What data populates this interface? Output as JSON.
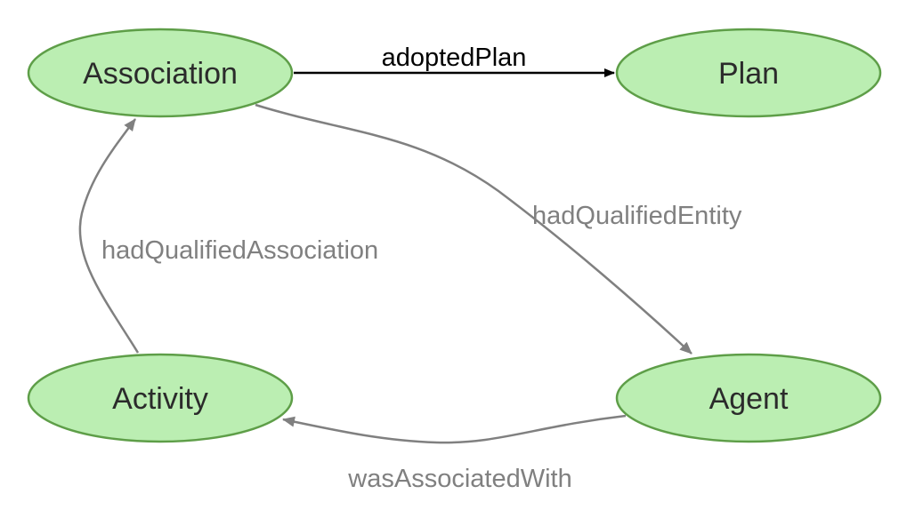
{
  "nodes": {
    "association": {
      "label": "Association"
    },
    "plan": {
      "label": "Plan"
    },
    "activity": {
      "label": "Activity"
    },
    "agent": {
      "label": "Agent"
    }
  },
  "edges": {
    "adopted_plan": {
      "label": "adoptedPlan",
      "color": "#000000"
    },
    "had_qualified_entity": {
      "label": "hadQualifiedEntity",
      "color": "#808080"
    },
    "had_qualified_association": {
      "label": "hadQualifiedAssociation",
      "color": "#808080"
    },
    "was_associated_with": {
      "label": "wasAssociatedWith",
      "color": "#808080"
    }
  },
  "colors": {
    "node_fill": "#bbeeb2",
    "node_stroke": "#5e9e48",
    "node_text": "#2b2b2b"
  }
}
